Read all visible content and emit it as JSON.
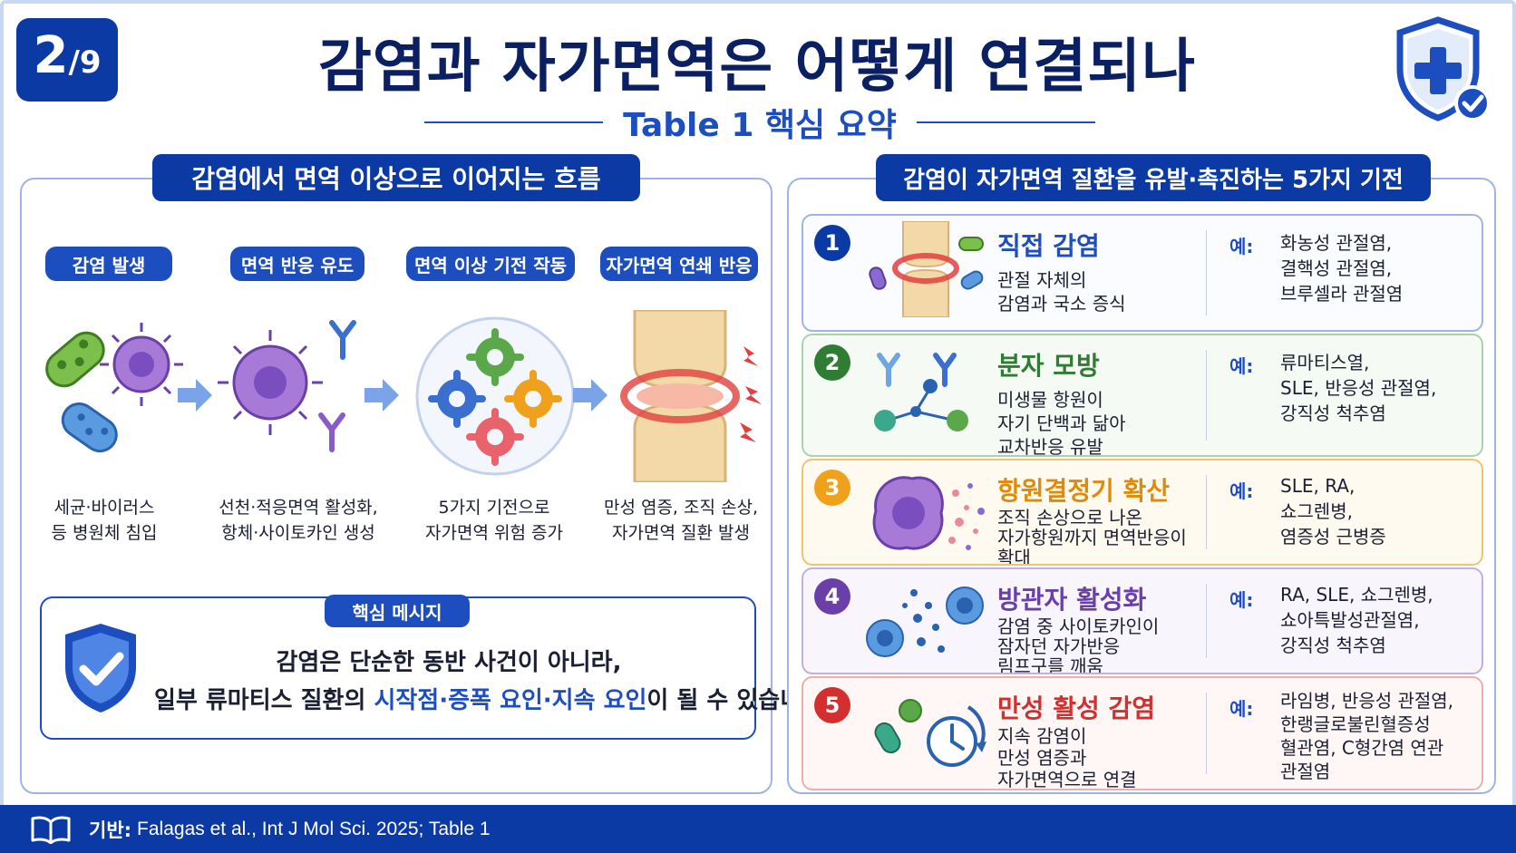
{
  "page_badge": {
    "current": "2",
    "total": "/9"
  },
  "title": "감염과 자가면역은 어떻게 연결되나",
  "subtitle": "Table 1 핵심 요약",
  "left_panel": {
    "header": "감염에서 면역 이상으로 이어지는 흐름",
    "steps": [
      {
        "label": "감염 발생",
        "desc_line1": "세균·바이러스",
        "desc_line2": "등 병원체 침입"
      },
      {
        "label": "면역 반응 유도",
        "desc_line1": "선천·적응면역 활성화,",
        "desc_line2": "항체·사이토카인 생성"
      },
      {
        "label": "면역 이상 기전 작동",
        "desc_line1": "5가지 기전으로",
        "desc_line2": "자가면역 위험 증가"
      },
      {
        "label": "자가면역 연쇄 반응",
        "desc_line1": "만성 염증, 조직 손상,",
        "desc_line2": "자가면역 질환 발생"
      }
    ],
    "key_message": {
      "label": "핵심 메시지",
      "line1": "감염은 단순한 동반 사건이 아니라,",
      "line2_pre": "일부 류마티스 질환의 ",
      "line2_highlight": "시작점·증폭 요인·지속 요인",
      "line2_post": "이 될 수 있습니다."
    }
  },
  "right_panel": {
    "header": "감염이 자가면역 질환을 유발·촉진하는 5가지 기전",
    "example_label": "예:",
    "mechanisms": [
      {
        "num": "1",
        "title": "직접 감염",
        "desc": [
          "관절 자체의",
          "감염과 국소 증식"
        ],
        "examples": [
          "화농성 관절염,",
          "결핵성 관절염,",
          "브루셀라 관절염"
        ]
      },
      {
        "num": "2",
        "title": "분자 모방",
        "desc": [
          "미생물 항원이",
          "자기 단백과 닮아",
          "교차반응 유발"
        ],
        "examples": [
          "류마티스열,",
          "SLE, 반응성 관절염,",
          "강직성 척추염"
        ]
      },
      {
        "num": "3",
        "title": "항원결정기 확산",
        "desc": [
          "조직 손상으로 나온",
          "자가항원까지 면역반응이",
          "확대"
        ],
        "examples": [
          "SLE, RA,",
          "쇼그렌병,",
          "염증성 근병증"
        ]
      },
      {
        "num": "4",
        "title": "방관자 활성화",
        "desc": [
          "감염 중 사이토카인이",
          "잠자던 자가반응",
          "림프구를 깨움"
        ],
        "examples": [
          "RA, SLE, 쇼그렌병,",
          "쇼아특발성관절염,",
          "강직성 척추염"
        ]
      },
      {
        "num": "5",
        "title": "만성 활성 감염",
        "desc": [
          "지속 감염이",
          "만성 염증과",
          "자가면역으로 연결"
        ],
        "examples": [
          "라임병, 반응성 관절염,",
          "한랭글로불린혈증성",
          "혈관염, C형간염 연관",
          "관절염"
        ]
      }
    ]
  },
  "footer": {
    "label": "기반:",
    "source": "Falagas et al., Int J Mol Sci. 2025; Table 1"
  },
  "colors": {
    "primary": "#0c3aa5",
    "accent": "#1d4ec0",
    "green": "#2e7d32",
    "orange": "#f0a11c",
    "purple": "#6b3fa8",
    "red": "#d32f2f"
  },
  "icons": [
    "shield-plus-icon",
    "microbe-icon",
    "antibody-icon",
    "gear-icon",
    "joint-icon",
    "shield-check-icon",
    "book-icon",
    "clock-icon",
    "molecule-icon",
    "cell-icon"
  ]
}
